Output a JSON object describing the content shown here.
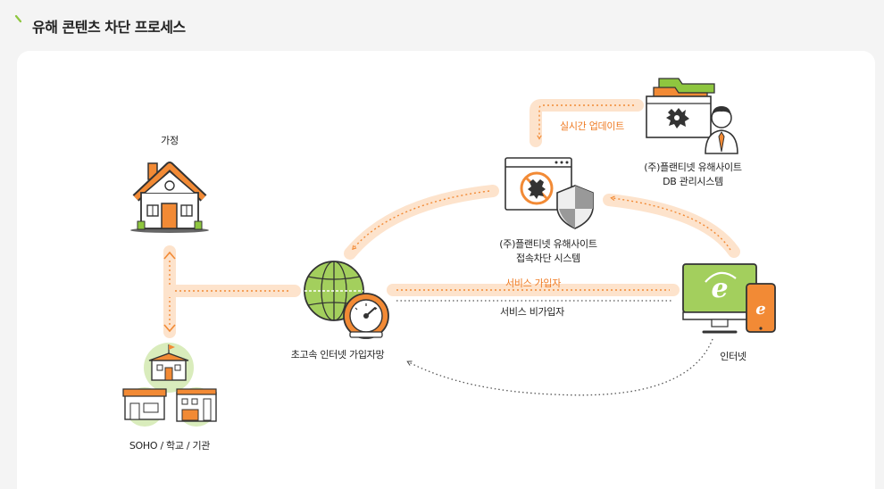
{
  "page": {
    "title": "유해 콘텐츠 차단 프로세스"
  },
  "colors": {
    "accent_orange": "#f28a35",
    "flow_light": "#fde3cc",
    "accent_green": "#8ec63f",
    "line_dark": "#555555"
  },
  "nodes": {
    "home": {
      "label": "가정",
      "icon": "house-icon"
    },
    "soho": {
      "label": "SOHO / 학교 / 기관",
      "icon": "buildings-icon"
    },
    "isp": {
      "label": "초고속 인터넷 가입자망",
      "icon": "globe-speedometer-icon"
    },
    "internet": {
      "label": "인터넷",
      "icon": "monitor-mobile-icon"
    },
    "block_system": {
      "line1": "(주)플랜티넷 유해사이트",
      "line2": "접속차단 시스템",
      "icon": "browser-shield-icon"
    },
    "db_system": {
      "line1": "(주)플랜티넷 유해사이트",
      "line2": "DB 관리시스템",
      "icon": "folder-operator-icon"
    }
  },
  "flows": {
    "realtime_update": "실시간 업데이트",
    "subscriber": "서비스 가입자",
    "non_subscriber": "서비스 비가입자"
  }
}
